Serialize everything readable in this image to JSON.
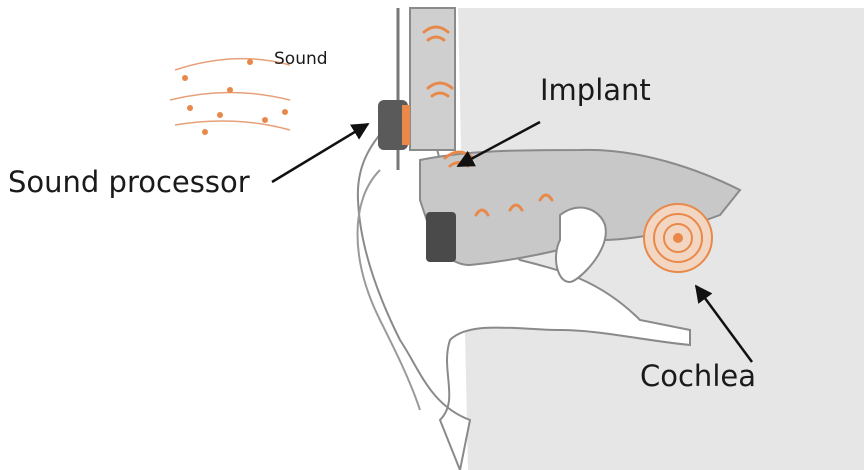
{
  "labels": {
    "sound": "Sound",
    "implant": "Implant",
    "sound_processor": "Sound processor",
    "cochlea": "Cochlea"
  },
  "colors": {
    "background": "#ffffff",
    "head_panel": "#e6e6e7",
    "canal": "#c8c8c8",
    "outline": "#8a8a8a",
    "accent": "#e8894a",
    "processor": "#5a5a5a",
    "arrow": "#111111"
  },
  "icons": [
    "music-notes-icon",
    "wifi-signal-icon",
    "cochlea-spiral-icon"
  ]
}
